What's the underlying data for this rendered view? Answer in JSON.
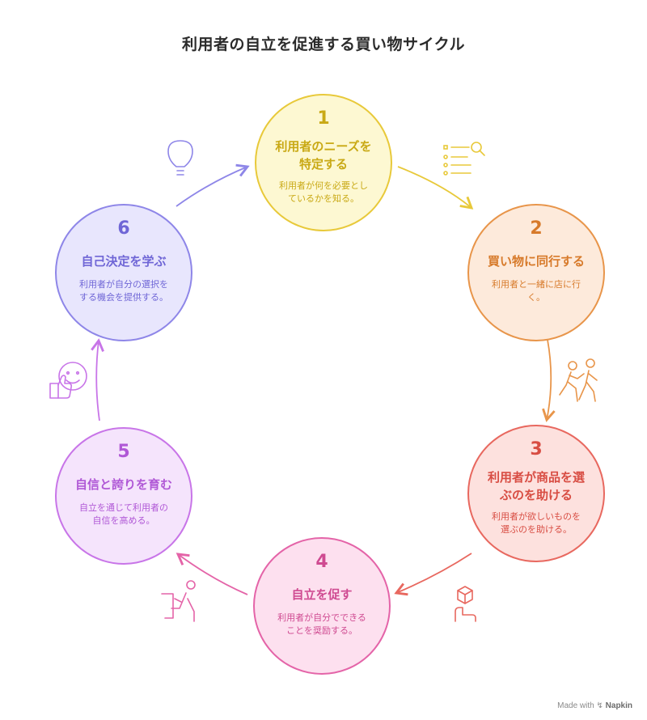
{
  "title": "利用者の自立を促進する買い物サイクル",
  "colors": {
    "step1": "#e8c93a",
    "step2": "#e8954a",
    "step3": "#e8685f",
    "step4": "#e464a8",
    "step5": "#c875e8",
    "step6": "#8e86e8"
  },
  "steps": [
    {
      "number": "1",
      "heading": "利用者のニーズを特定する",
      "heading_lines": [
        "利用者のニーズを",
        "特定する"
      ],
      "description_lines": [
        "利用者が何を必要とし",
        "ているかを知る。"
      ],
      "icon": "checklist-search-icon"
    },
    {
      "number": "2",
      "heading": "買い物に同行する",
      "heading_lines": [
        "買い物に同行する"
      ],
      "description_lines": [
        "利用者と一緒に店に行",
        "く。"
      ],
      "icon": "walking-together-icon"
    },
    {
      "number": "3",
      "heading": "利用者が商品を選ぶのを助ける",
      "heading_lines": [
        "利用者が商品を選",
        "ぶのを助ける"
      ],
      "description_lines": [
        "利用者が欲しいものを",
        "選ぶのを助ける。"
      ],
      "icon": "hand-box-icon"
    },
    {
      "number": "4",
      "heading": "自立を促す",
      "heading_lines": [
        "自立を促す"
      ],
      "description_lines": [
        "利用者が自分でできる",
        "ことを奨励する。"
      ],
      "icon": "person-desk-icon"
    },
    {
      "number": "5",
      "heading": "自信と誇りを育む",
      "heading_lines": [
        "自信と誇りを育む"
      ],
      "description_lines": [
        "自立を通じて利用者の",
        "自信を高める。"
      ],
      "icon": "thumbs-up-smile-icon"
    },
    {
      "number": "6",
      "heading": "自己決定を学ぶ",
      "heading_lines": [
        "自己決定を学ぶ"
      ],
      "description_lines": [
        "利用者が自分の選択を",
        "する機会を提供する。"
      ],
      "icon": "lightbulb-icon"
    }
  ],
  "credit": {
    "prefix": "Made with",
    "brand": "Napkin"
  }
}
